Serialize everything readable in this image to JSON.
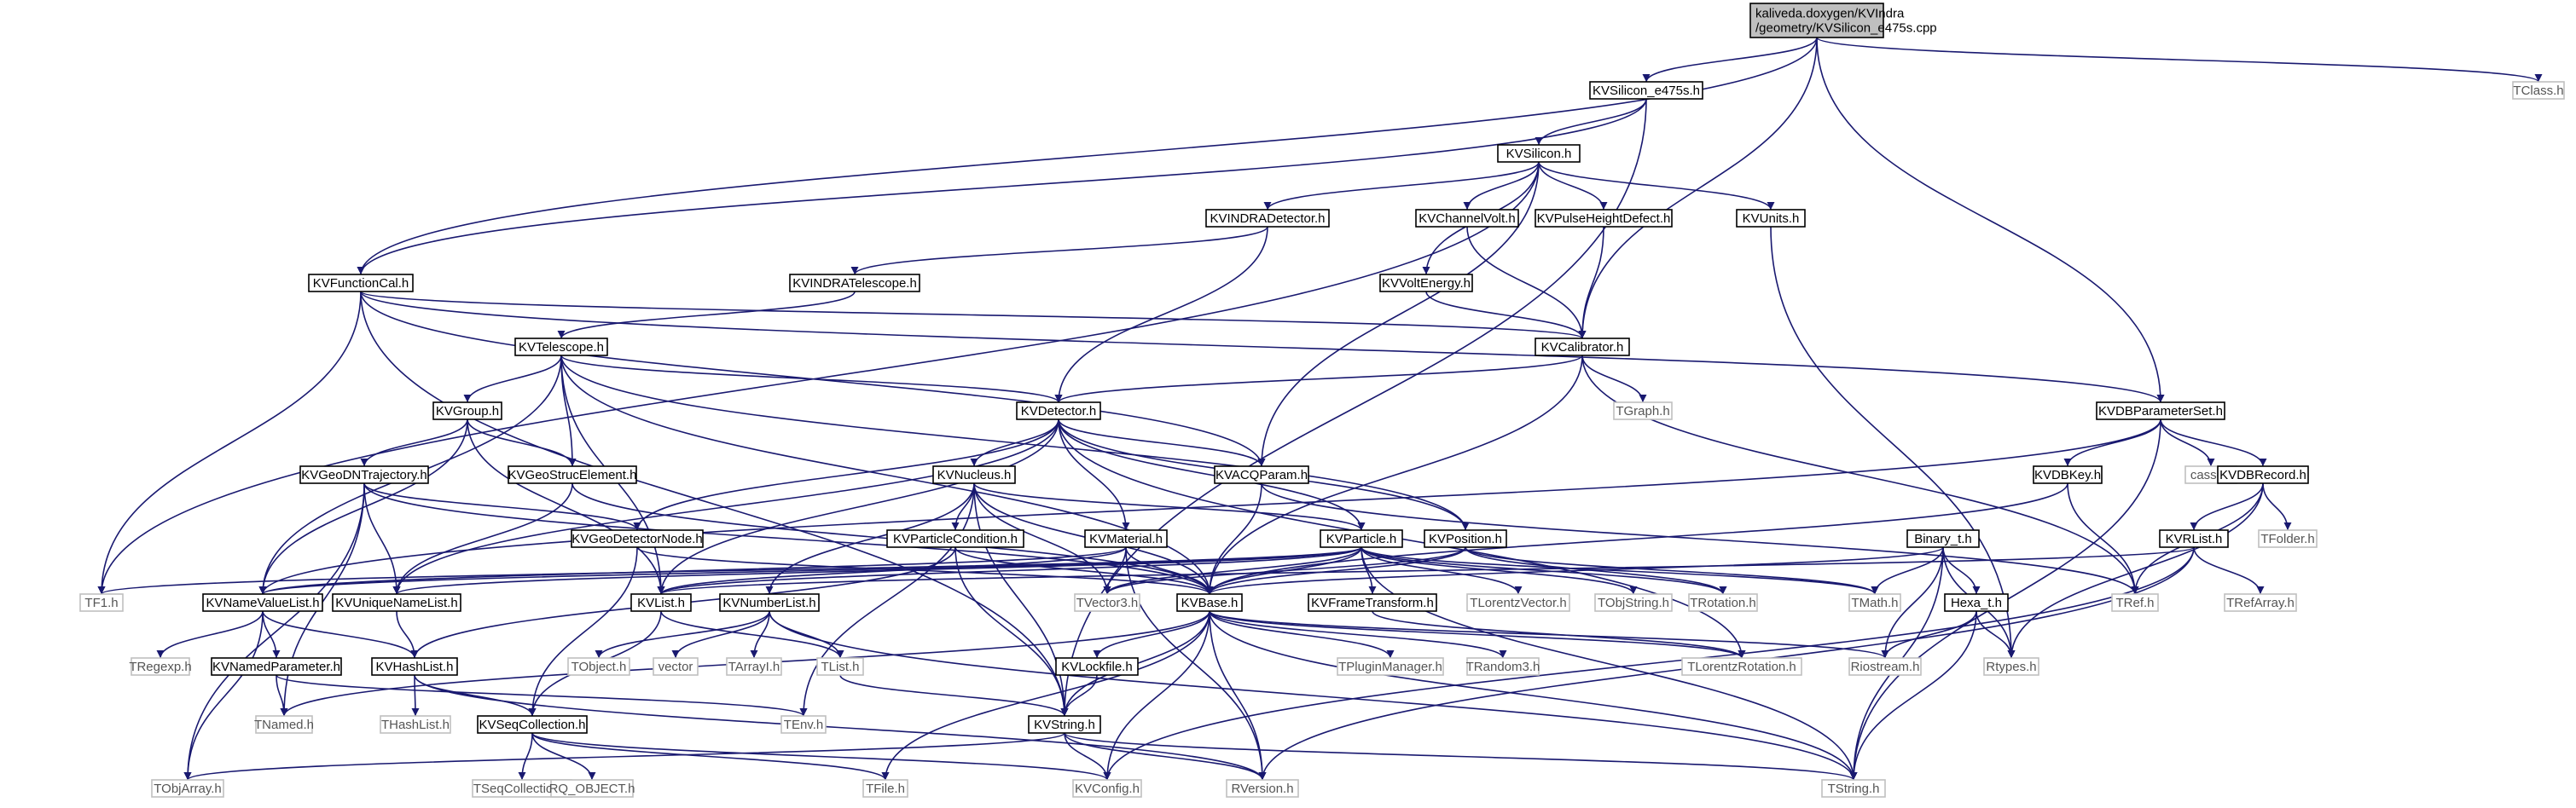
{
  "colors": {
    "edge": "#191970",
    "root_fill": "#bfbfbf",
    "doc_border": "#000000",
    "ext_border": "#bfbfbf",
    "background": "#ffffff"
  },
  "nodes": [
    {
      "id": "root",
      "kind": "root",
      "lines": [
        "kaliveda.doxygen/KVIndra",
        "/geometry/KVSilicon_e475s.cpp"
      ]
    },
    {
      "id": "KVSilicon_e475s.h",
      "kind": "doc",
      "lines": [
        "KVSilicon_e475s.h"
      ]
    },
    {
      "id": "TClass.h",
      "kind": "ext",
      "lines": [
        "TClass.h"
      ]
    },
    {
      "id": "KVSilicon.h",
      "kind": "doc",
      "lines": [
        "KVSilicon.h"
      ]
    },
    {
      "id": "KVINDRADetector.h",
      "kind": "doc",
      "lines": [
        "KVINDRADetector.h"
      ]
    },
    {
      "id": "KVChannelVolt.h",
      "kind": "doc",
      "lines": [
        "KVChannelVolt.h"
      ]
    },
    {
      "id": "KVPulseHeightDefect.h",
      "kind": "doc",
      "lines": [
        "KVPulseHeightDefect.h"
      ]
    },
    {
      "id": "KVUnits.h",
      "kind": "doc",
      "lines": [
        "KVUnits.h"
      ]
    },
    {
      "id": "KVFunctionCal.h",
      "kind": "doc",
      "lines": [
        "KVFunctionCal.h"
      ]
    },
    {
      "id": "KVINDRATelescope.h",
      "kind": "doc",
      "lines": [
        "KVINDRATelescope.h"
      ]
    },
    {
      "id": "KVVoltEnergy.h",
      "kind": "doc",
      "lines": [
        "KVVoltEnergy.h"
      ]
    },
    {
      "id": "KVTelescope.h",
      "kind": "doc",
      "lines": [
        "KVTelescope.h"
      ]
    },
    {
      "id": "KVCalibrator.h",
      "kind": "doc",
      "lines": [
        "KVCalibrator.h"
      ]
    },
    {
      "id": "KVGroup.h",
      "kind": "doc",
      "lines": [
        "KVGroup.h"
      ]
    },
    {
      "id": "KVDetector.h",
      "kind": "doc",
      "lines": [
        "KVDetector.h"
      ]
    },
    {
      "id": "TGraph.h",
      "kind": "ext",
      "lines": [
        "TGraph.h"
      ]
    },
    {
      "id": "KVDBParameterSet.h",
      "kind": "doc",
      "lines": [
        "KVDBParameterSet.h"
      ]
    },
    {
      "id": "KVGeoDNTrajectory.h",
      "kind": "doc",
      "lines": [
        "KVGeoDNTrajectory.h"
      ]
    },
    {
      "id": "KVGeoStrucElement.h",
      "kind": "doc",
      "lines": [
        "KVGeoStrucElement.h"
      ]
    },
    {
      "id": "KVNucleus.h",
      "kind": "doc",
      "lines": [
        "KVNucleus.h"
      ]
    },
    {
      "id": "KVACQParam.h",
      "kind": "doc",
      "lines": [
        "KVACQParam.h"
      ]
    },
    {
      "id": "KVDBKey.h",
      "kind": "doc",
      "lines": [
        "KVDBKey.h"
      ]
    },
    {
      "id": "cassert",
      "kind": "ext",
      "lines": [
        "cassert"
      ]
    },
    {
      "id": "KVDBRecord.h",
      "kind": "doc",
      "lines": [
        "KVDBRecord.h"
      ]
    },
    {
      "id": "KVGeoDetectorNode.h",
      "kind": "doc",
      "lines": [
        "KVGeoDetectorNode.h"
      ]
    },
    {
      "id": "KVParticleCondition.h",
      "kind": "doc",
      "lines": [
        "KVParticleCondition.h"
      ]
    },
    {
      "id": "KVMaterial.h",
      "kind": "doc",
      "lines": [
        "KVMaterial.h"
      ]
    },
    {
      "id": "KVParticle.h",
      "kind": "doc",
      "lines": [
        "KVParticle.h"
      ]
    },
    {
      "id": "KVPosition.h",
      "kind": "doc",
      "lines": [
        "KVPosition.h"
      ]
    },
    {
      "id": "Binary_t.h",
      "kind": "doc",
      "lines": [
        "Binary_t.h"
      ]
    },
    {
      "id": "KVRList.h",
      "kind": "doc",
      "lines": [
        "KVRList.h"
      ]
    },
    {
      "id": "TFolder.h",
      "kind": "ext",
      "lines": [
        "TFolder.h"
      ]
    },
    {
      "id": "TF1.h",
      "kind": "ext",
      "lines": [
        "TF1.h"
      ]
    },
    {
      "id": "KVNameValueList.h",
      "kind": "doc",
      "lines": [
        "KVNameValueList.h"
      ]
    },
    {
      "id": "KVUniqueNameList.h",
      "kind": "doc",
      "lines": [
        "KVUniqueNameList.h"
      ]
    },
    {
      "id": "KVList.h",
      "kind": "doc",
      "lines": [
        "KVList.h"
      ]
    },
    {
      "id": "KVNumberList.h",
      "kind": "doc",
      "lines": [
        "KVNumberList.h"
      ]
    },
    {
      "id": "TVector3.h",
      "kind": "ext",
      "lines": [
        "TVector3.h"
      ]
    },
    {
      "id": "KVBase.h",
      "kind": "doc",
      "lines": [
        "KVBase.h"
      ]
    },
    {
      "id": "KVFrameTransform.h",
      "kind": "doc",
      "lines": [
        "KVFrameTransform.h"
      ]
    },
    {
      "id": "TLorentzVector.h",
      "kind": "ext",
      "lines": [
        "TLorentzVector.h"
      ]
    },
    {
      "id": "TObjString.h",
      "kind": "ext",
      "lines": [
        "TObjString.h"
      ]
    },
    {
      "id": "TRotation.h",
      "kind": "ext",
      "lines": [
        "TRotation.h"
      ]
    },
    {
      "id": "TMath.h",
      "kind": "ext",
      "lines": [
        "TMath.h"
      ]
    },
    {
      "id": "Hexa_t.h",
      "kind": "doc",
      "lines": [
        "Hexa_t.h"
      ]
    },
    {
      "id": "TRef.h",
      "kind": "ext",
      "lines": [
        "TRef.h"
      ]
    },
    {
      "id": "TRefArray.h",
      "kind": "ext",
      "lines": [
        "TRefArray.h"
      ]
    },
    {
      "id": "TRegexp.h",
      "kind": "ext",
      "lines": [
        "TRegexp.h"
      ]
    },
    {
      "id": "KVNamedParameter.h",
      "kind": "doc",
      "lines": [
        "KVNamedParameter.h"
      ]
    },
    {
      "id": "KVHashList.h",
      "kind": "doc",
      "lines": [
        "KVHashList.h"
      ]
    },
    {
      "id": "TObject.h",
      "kind": "ext",
      "lines": [
        "TObject.h"
      ]
    },
    {
      "id": "vector",
      "kind": "ext",
      "lines": [
        "vector"
      ]
    },
    {
      "id": "TArrayI.h",
      "kind": "ext",
      "lines": [
        "TArrayI.h"
      ]
    },
    {
      "id": "TList.h",
      "kind": "ext",
      "lines": [
        "TList.h"
      ]
    },
    {
      "id": "KVLockfile.h",
      "kind": "doc",
      "lines": [
        "KVLockfile.h"
      ]
    },
    {
      "id": "TPluginManager.h",
      "kind": "ext",
      "lines": [
        "TPluginManager.h"
      ]
    },
    {
      "id": "TRandom3.h",
      "kind": "ext",
      "lines": [
        "TRandom3.h"
      ]
    },
    {
      "id": "TLorentzRotation.h",
      "kind": "ext",
      "lines": [
        "TLorentzRotation.h"
      ]
    },
    {
      "id": "Riostream.h",
      "kind": "ext",
      "lines": [
        "Riostream.h"
      ]
    },
    {
      "id": "Rtypes.h",
      "kind": "ext",
      "lines": [
        "Rtypes.h"
      ]
    },
    {
      "id": "TNamed.h",
      "kind": "ext",
      "lines": [
        "TNamed.h"
      ]
    },
    {
      "id": "THashList.h",
      "kind": "ext",
      "lines": [
        "THashList.h"
      ]
    },
    {
      "id": "KVSeqCollection.h",
      "kind": "doc",
      "lines": [
        "KVSeqCollection.h"
      ]
    },
    {
      "id": "TEnv.h",
      "kind": "ext",
      "lines": [
        "TEnv.h"
      ]
    },
    {
      "id": "KVString.h",
      "kind": "doc",
      "lines": [
        "KVString.h"
      ]
    },
    {
      "id": "TObjArray.h",
      "kind": "ext",
      "lines": [
        "TObjArray.h"
      ]
    },
    {
      "id": "TSeqCollection.h",
      "kind": "ext",
      "lines": [
        "TSeqCollection.h"
      ]
    },
    {
      "id": "RQ_OBJECT.h",
      "kind": "ext",
      "lines": [
        "RQ_OBJECT.h"
      ]
    },
    {
      "id": "TFile.h",
      "kind": "ext",
      "lines": [
        "TFile.h"
      ]
    },
    {
      "id": "KVConfig.h",
      "kind": "ext",
      "lines": [
        "KVConfig.h"
      ]
    },
    {
      "id": "RVersion.h",
      "kind": "ext",
      "lines": [
        "RVersion.h"
      ]
    },
    {
      "id": "TString.h",
      "kind": "ext",
      "lines": [
        "TString.h"
      ]
    }
  ],
  "edges": [
    [
      "root",
      "KVSilicon_e475s.h"
    ],
    [
      "root",
      "TClass.h"
    ],
    [
      "root",
      "KVFunctionCal.h"
    ],
    [
      "root",
      "KVCalibrator.h"
    ],
    [
      "root",
      "KVDBParameterSet.h"
    ],
    [
      "KVSilicon_e475s.h",
      "KVSilicon.h"
    ],
    [
      "KVSilicon_e475s.h",
      "KVFunctionCal.h"
    ],
    [
      "KVSilicon_e475s.h",
      "KVString.h"
    ],
    [
      "KVSilicon.h",
      "KVINDRADetector.h"
    ],
    [
      "KVSilicon.h",
      "KVChannelVolt.h"
    ],
    [
      "KVSilicon.h",
      "KVPulseHeightDefect.h"
    ],
    [
      "KVSilicon.h",
      "KVUnits.h"
    ],
    [
      "KVSilicon.h",
      "KVVoltEnergy.h"
    ],
    [
      "KVSilicon.h",
      "TF1.h"
    ],
    [
      "KVSilicon.h",
      "KVACQParam.h"
    ],
    [
      "KVINDRADetector.h",
      "KVINDRATelescope.h"
    ],
    [
      "KVINDRADetector.h",
      "KVDetector.h"
    ],
    [
      "KVChannelVolt.h",
      "KVCalibrator.h"
    ],
    [
      "KVPulseHeightDefect.h",
      "KVCalibrator.h"
    ],
    [
      "KVVoltEnergy.h",
      "KVCalibrator.h"
    ],
    [
      "KVUnits.h",
      "Rtypes.h"
    ],
    [
      "KVINDRATelescope.h",
      "KVTelescope.h"
    ],
    [
      "KVFunctionCal.h",
      "KVCalibrator.h"
    ],
    [
      "KVFunctionCal.h",
      "KVDBParameterSet.h"
    ],
    [
      "KVFunctionCal.h",
      "TF1.h"
    ],
    [
      "KVFunctionCal.h",
      "KVString.h"
    ],
    [
      "KVFunctionCal.h",
      "KVACQParam.h"
    ],
    [
      "KVTelescope.h",
      "KVGroup.h"
    ],
    [
      "KVTelescope.h",
      "KVDetector.h"
    ],
    [
      "KVTelescope.h",
      "KVGeoStrucElement.h"
    ],
    [
      "KVTelescope.h",
      "KVList.h"
    ],
    [
      "KVTelescope.h",
      "KVNameValueList.h"
    ],
    [
      "KVTelescope.h",
      "KVPosition.h"
    ],
    [
      "KVCalibrator.h",
      "KVDetector.h"
    ],
    [
      "KVCalibrator.h",
      "TGraph.h"
    ],
    [
      "KVCalibrator.h",
      "KVBase.h"
    ],
    [
      "KVCalibrator.h",
      "TRef.h"
    ],
    [
      "KVGroup.h",
      "KVGeoDNTrajectory.h"
    ],
    [
      "KVGroup.h",
      "KVGeoStrucElement.h"
    ],
    [
      "KVGroup.h",
      "KVList.h"
    ],
    [
      "KVGroup.h",
      "KVNameValueList.h"
    ],
    [
      "KVDetector.h",
      "KVNucleus.h"
    ],
    [
      "KVDetector.h",
      "KVACQParam.h"
    ],
    [
      "KVDetector.h",
      "KVGeoDetectorNode.h"
    ],
    [
      "KVDetector.h",
      "KVMaterial.h"
    ],
    [
      "KVDetector.h",
      "KVPosition.h"
    ],
    [
      "KVDetector.h",
      "KVUniqueNameList.h"
    ],
    [
      "KVDetector.h",
      "KVList.h"
    ],
    [
      "KVDetector.h",
      "KVParticle.h"
    ],
    [
      "KVDetector.h",
      "TLorentzRotation.h"
    ],
    [
      "KVDBParameterSet.h",
      "KVDBKey.h"
    ],
    [
      "KVDBParameterSet.h",
      "cassert"
    ],
    [
      "KVDBParameterSet.h",
      "KVDBRecord.h"
    ],
    [
      "KVDBParameterSet.h",
      "KVNameValueList.h"
    ],
    [
      "KVDBParameterSet.h",
      "TString.h"
    ],
    [
      "KVGeoDNTrajectory.h",
      "KVGeoDetectorNode.h"
    ],
    [
      "KVGeoDNTrajectory.h",
      "KVUniqueNameList.h"
    ],
    [
      "KVGeoDNTrajectory.h",
      "TNamed.h"
    ],
    [
      "KVGeoDNTrajectory.h",
      "KVBase.h"
    ],
    [
      "KVGeoStrucElement.h",
      "KVUniqueNameList.h"
    ],
    [
      "KVGeoStrucElement.h",
      "KVBase.h"
    ],
    [
      "KVNucleus.h",
      "KVParticleCondition.h"
    ],
    [
      "KVNucleus.h",
      "KVNumberList.h"
    ],
    [
      "KVNucleus.h",
      "TVector3.h"
    ],
    [
      "KVNucleus.h",
      "KVParticle.h"
    ],
    [
      "KVNucleus.h",
      "KVString.h"
    ],
    [
      "KVNucleus.h",
      "TEnv.h"
    ],
    [
      "KVNucleus.h",
      "KVBase.h"
    ],
    [
      "KVACQParam.h",
      "KVBase.h"
    ],
    [
      "KVACQParam.h",
      "TRef.h"
    ],
    [
      "KVDBKey.h",
      "KVBase.h"
    ],
    [
      "KVDBKey.h",
      "TRef.h"
    ],
    [
      "KVDBRecord.h",
      "KVRList.h"
    ],
    [
      "KVDBRecord.h",
      "TFolder.h"
    ],
    [
      "KVDBRecord.h",
      "TRef.h"
    ],
    [
      "KVDBRecord.h",
      "Rtypes.h"
    ],
    [
      "KVGeoDetectorNode.h",
      "KVSeqCollection.h"
    ],
    [
      "KVGeoDetectorNode.h",
      "KVBase.h"
    ],
    [
      "KVParticleCondition.h",
      "KVHashList.h"
    ],
    [
      "KVParticleCondition.h",
      "KVString.h"
    ],
    [
      "KVParticleCondition.h",
      "KVBase.h"
    ],
    [
      "KVMaterial.h",
      "TVector3.h"
    ],
    [
      "KVMaterial.h",
      "KVBase.h"
    ],
    [
      "KVMaterial.h",
      "KVList.h"
    ],
    [
      "KVMaterial.h",
      "KVNameValueList.h"
    ],
    [
      "KVMaterial.h",
      "RVersion.h"
    ],
    [
      "KVParticle.h",
      "TVector3.h"
    ],
    [
      "KVParticle.h",
      "KVBase.h"
    ],
    [
      "KVParticle.h",
      "KVFrameTransform.h"
    ],
    [
      "KVParticle.h",
      "TLorentzVector.h"
    ],
    [
      "KVParticle.h",
      "TObjString.h"
    ],
    [
      "KVParticle.h",
      "TRotation.h"
    ],
    [
      "KVParticle.h",
      "TMath.h"
    ],
    [
      "KVParticle.h",
      "TF1.h"
    ],
    [
      "KVParticle.h",
      "KVList.h"
    ],
    [
      "KVParticle.h",
      "KVUniqueNameList.h"
    ],
    [
      "KVParticle.h",
      "KVNameValueList.h"
    ],
    [
      "KVParticle.h",
      "TString.h"
    ],
    [
      "KVPosition.h",
      "TVector3.h"
    ],
    [
      "KVPosition.h",
      "KVBase.h"
    ],
    [
      "KVPosition.h",
      "TRotation.h"
    ],
    [
      "KVPosition.h",
      "TMath.h"
    ],
    [
      "Binary_t.h",
      "KVBase.h"
    ],
    [
      "Binary_t.h",
      "TMath.h"
    ],
    [
      "Binary_t.h",
      "Hexa_t.h"
    ],
    [
      "Binary_t.h",
      "Riostream.h"
    ],
    [
      "Binary_t.h",
      "Rtypes.h"
    ],
    [
      "Binary_t.h",
      "TString.h"
    ],
    [
      "KVRList.h",
      "KVList.h"
    ],
    [
      "KVRList.h",
      "TRefArray.h"
    ],
    [
      "KVRList.h",
      "RVersion.h"
    ],
    [
      "KVRList.h",
      "KVConfig.h"
    ],
    [
      "KVNameValueList.h",
      "TRegexp.h"
    ],
    [
      "KVNameValueList.h",
      "KVNamedParameter.h"
    ],
    [
      "KVNameValueList.h",
      "KVHashList.h"
    ],
    [
      "KVNameValueList.h",
      "TObjArray.h"
    ],
    [
      "KVUniqueNameList.h",
      "KVHashList.h"
    ],
    [
      "KVList.h",
      "KVSeqCollection.h"
    ],
    [
      "KVList.h",
      "TList.h"
    ],
    [
      "KVNumberList.h",
      "TObject.h"
    ],
    [
      "KVNumberList.h",
      "vector"
    ],
    [
      "KVNumberList.h",
      "TArrayI.h"
    ],
    [
      "KVNumberList.h",
      "TList.h"
    ],
    [
      "KVNumberList.h",
      "TString.h"
    ],
    [
      "KVBase.h",
      "KVLockfile.h"
    ],
    [
      "KVBase.h",
      "TPluginManager.h"
    ],
    [
      "KVBase.h",
      "TRandom3.h"
    ],
    [
      "KVBase.h",
      "TLorentzRotation.h"
    ],
    [
      "KVBase.h",
      "Riostream.h"
    ],
    [
      "KVBase.h",
      "TNamed.h"
    ],
    [
      "KVBase.h",
      "KVString.h"
    ],
    [
      "KVBase.h",
      "TFile.h"
    ],
    [
      "KVBase.h",
      "KVConfig.h"
    ],
    [
      "KVBase.h",
      "RVersion.h"
    ],
    [
      "KVBase.h",
      "TString.h"
    ],
    [
      "KVFrameTransform.h",
      "TLorentzRotation.h"
    ],
    [
      "Hexa_t.h",
      "Riostream.h"
    ],
    [
      "Hexa_t.h",
      "Rtypes.h"
    ],
    [
      "Hexa_t.h",
      "TString.h"
    ],
    [
      "KVNamedParameter.h",
      "TNamed.h"
    ],
    [
      "KVNamedParameter.h",
      "TEnv.h"
    ],
    [
      "KVHashList.h",
      "THashList.h"
    ],
    [
      "KVHashList.h",
      "KVSeqCollection.h"
    ],
    [
      "KVHashList.h",
      "RVersion.h"
    ],
    [
      "KVLockfile.h",
      "KVString.h"
    ],
    [
      "KVSeqCollection.h",
      "TSeqCollection.h"
    ],
    [
      "KVSeqCollection.h",
      "RQ_OBJECT.h"
    ],
    [
      "KVSeqCollection.h",
      "TFile.h"
    ],
    [
      "KVSeqCollection.h",
      "KVConfig.h"
    ],
    [
      "KVString.h",
      "TObjArray.h"
    ],
    [
      "KVString.h",
      "KVConfig.h"
    ],
    [
      "KVString.h",
      "RVersion.h"
    ],
    [
      "KVString.h",
      "TString.h"
    ],
    [
      "TList.h",
      "KVString.h"
    ],
    [
      "KVTelescope.h",
      "KVBase.h"
    ],
    [
      "KVGeoDNTrajectory.h",
      "TObjArray.h"
    ]
  ]
}
